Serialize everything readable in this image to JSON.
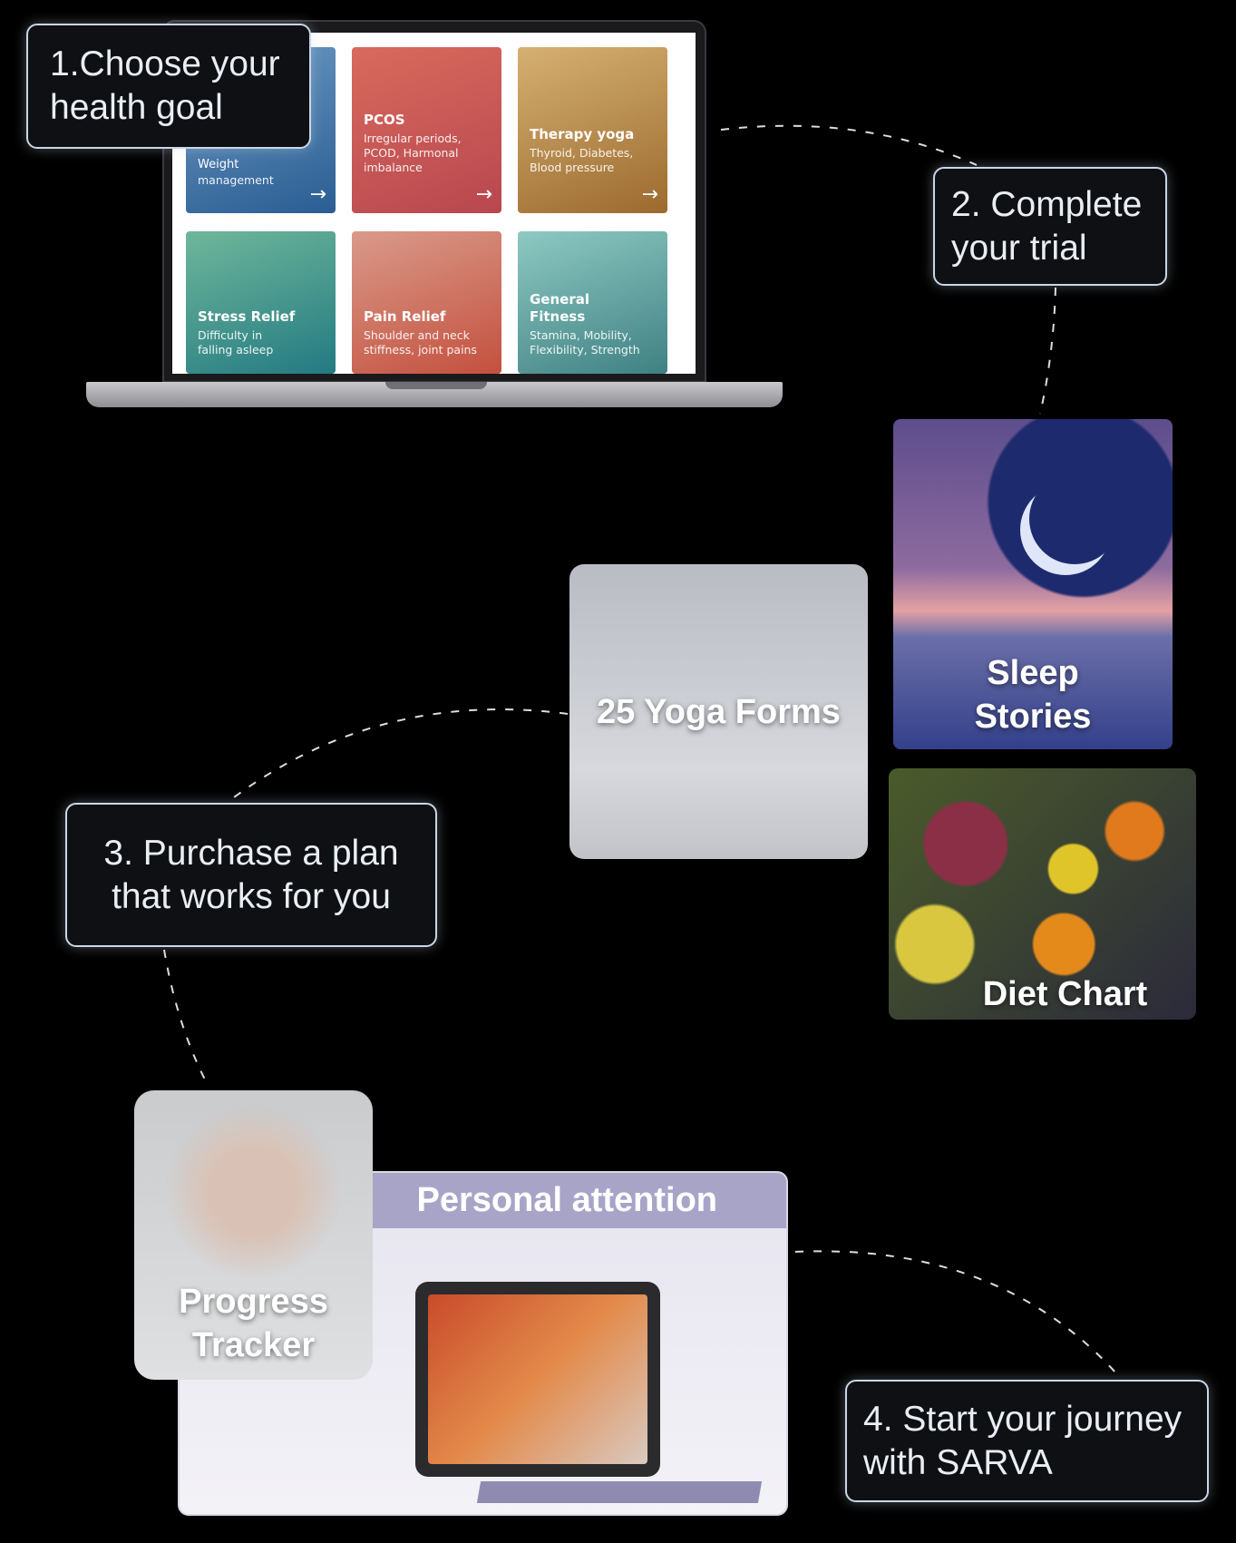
{
  "steps": [
    {
      "label": "1.Choose your health goal"
    },
    {
      "label": "2. Complete your trial"
    },
    {
      "label": "3. Purchase a plan that works for you"
    },
    {
      "label": "4. Start your journey with SARVA"
    }
  ],
  "goal_cards": [
    {
      "title": "Weight",
      "subtitle": "management"
    },
    {
      "title": "PCOS",
      "subtitle": "Irregular periods, PCOD, Harmonal imbalance"
    },
    {
      "title": "Therapy yoga",
      "subtitle": "Thyroid, Diabetes, Blood pressure"
    },
    {
      "title": "Stress Relief",
      "subtitle": "Difficulty in falling asleep"
    },
    {
      "title": "Pain Relief",
      "subtitle": "Shoulder and neck stiffness, joint pains"
    },
    {
      "title": "General Fitness",
      "subtitle": "Stamina, Mobility, Flexibility, Strength"
    }
  ],
  "features": {
    "sleep": "Sleep Stories",
    "yoga": "25 Yoga Forms",
    "diet": "Diet Chart",
    "progress": "Progress Tracker",
    "personal": "Personal attention"
  }
}
